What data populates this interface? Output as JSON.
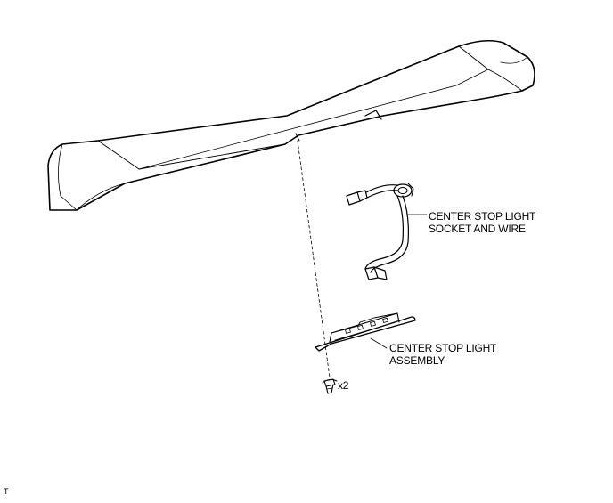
{
  "labels": {
    "socket_line1": "CENTER STOP LIGHT",
    "socket_line2": "SOCKET AND WIRE",
    "assembly_line1": "CENTER STOP LIGHT",
    "assembly_line2": "ASSEMBLY",
    "screw_qty": "x2",
    "figure_code": "T"
  },
  "colors": {
    "line": "#000000",
    "background": "#ffffff"
  }
}
